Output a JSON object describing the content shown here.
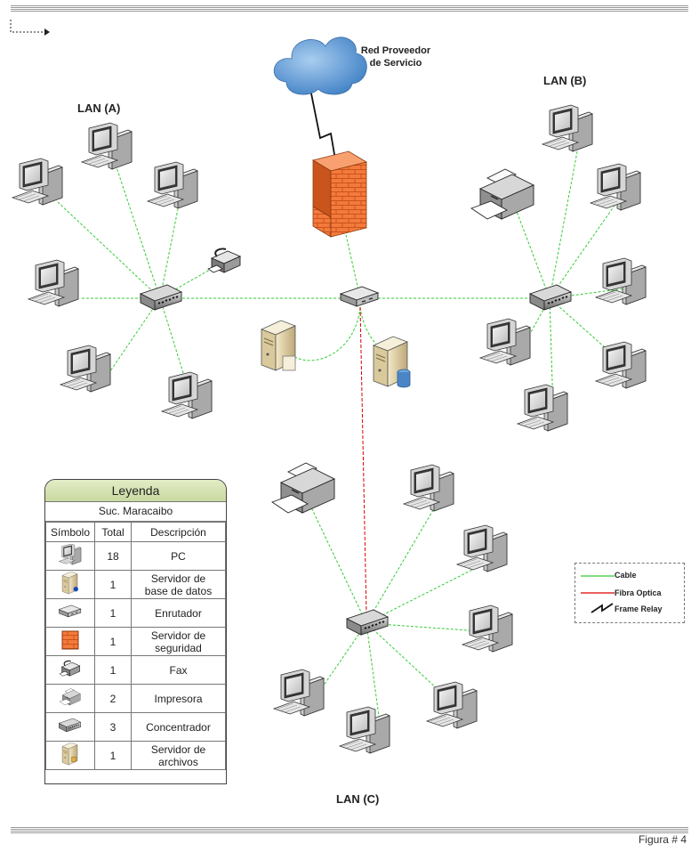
{
  "cloud": {
    "line1": "Red Proveedor",
    "line2": "de Servicio"
  },
  "lans": {
    "a": "LAN (A)",
    "b": "LAN (B)",
    "c": "LAN (C)"
  },
  "legend": {
    "title": "Leyenda",
    "subtitle": "Suc. Maracaibo",
    "headers": {
      "symbol": "Símbolo",
      "total": "Total",
      "description": "Descripción"
    },
    "rows": [
      {
        "icon": "pc-icon",
        "total": "18",
        "line1": "PC",
        "line2": ""
      },
      {
        "icon": "database-server-icon",
        "total": "1",
        "line1": "Servidor de",
        "line2": "base de datos"
      },
      {
        "icon": "router-icon",
        "total": "1",
        "line1": "Enrutador",
        "line2": ""
      },
      {
        "icon": "firewall-icon",
        "total": "1",
        "line1": "Servidor de",
        "line2": "seguridad"
      },
      {
        "icon": "fax-icon",
        "total": "1",
        "line1": "Fax",
        "line2": ""
      },
      {
        "icon": "printer-icon",
        "total": "2",
        "line1": "Impresora",
        "line2": ""
      },
      {
        "icon": "hub-icon",
        "total": "3",
        "line1": "Concentrador",
        "line2": ""
      },
      {
        "icon": "file-server-icon",
        "total": "1",
        "line1": "Servidor de",
        "line2": "archivos"
      }
    ]
  },
  "key": {
    "cable": "Cable",
    "fiber": "Fibra Optica",
    "frame_relay": "Frame Relay"
  },
  "colors": {
    "cable": "#33cc33",
    "fiber": "#dd0000",
    "firewall": "#f47a3c",
    "cloud": "#5b9bd5"
  },
  "figure_label": "Figura # 4"
}
